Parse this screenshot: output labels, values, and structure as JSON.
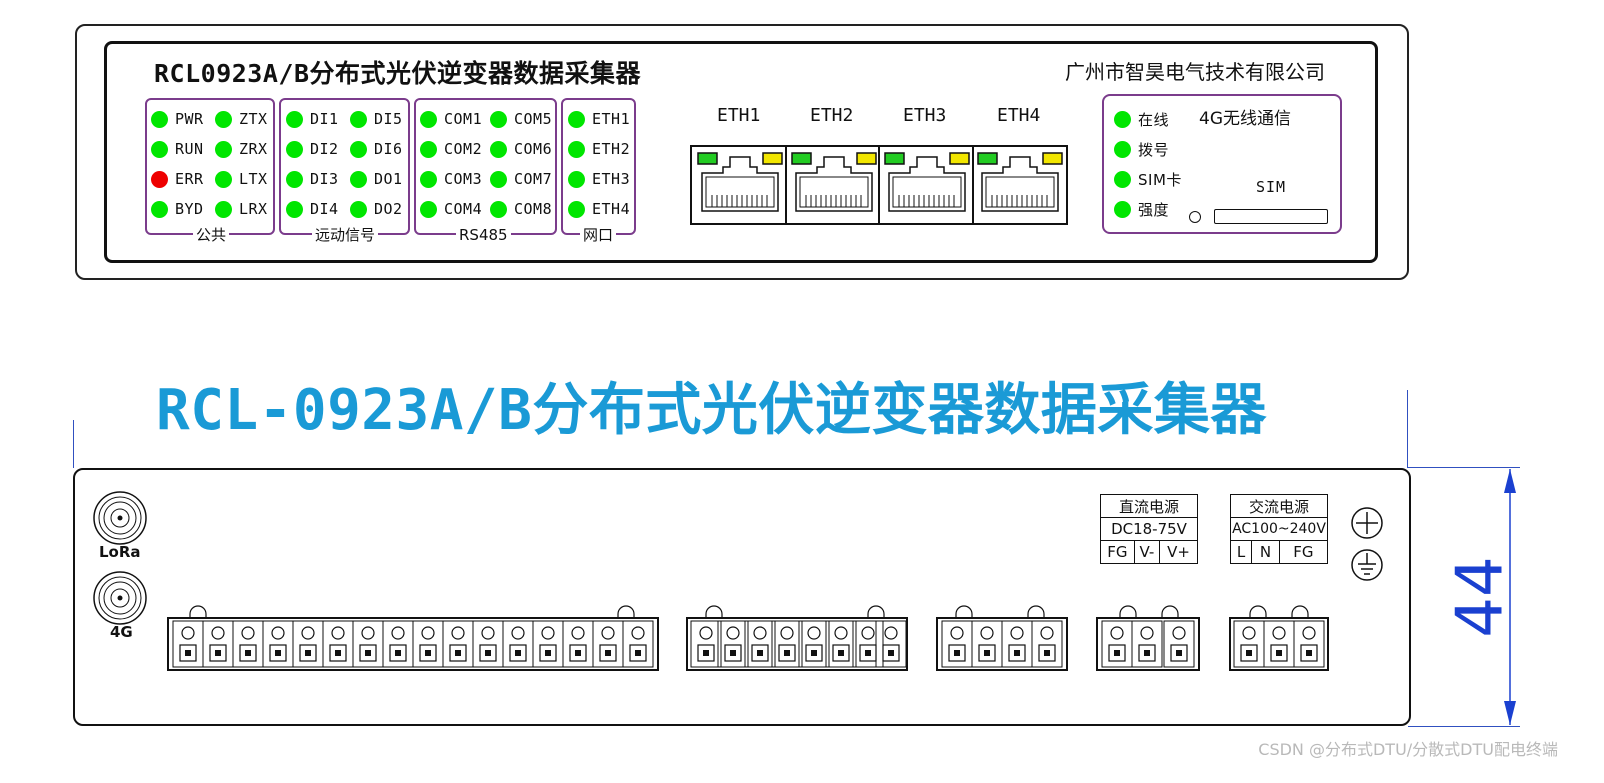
{
  "front_panel": {
    "title": "RCL0923A/B分布式光伏逆变器数据采集器",
    "company": "广州市智昊电气技术有限公司",
    "groups": [
      {
        "label": "公共",
        "leds": [
          {
            "text": "PWR",
            "color": "green"
          },
          {
            "text": "ZTX",
            "color": "green"
          },
          {
            "text": "RUN",
            "color": "green"
          },
          {
            "text": "ZRX",
            "color": "green"
          },
          {
            "text": "ERR",
            "color": "red"
          },
          {
            "text": "LTX",
            "color": "green"
          },
          {
            "text": "BYD",
            "color": "green"
          },
          {
            "text": "LRX",
            "color": "green"
          }
        ]
      },
      {
        "label": "远动信号",
        "leds": [
          {
            "text": "DI1",
            "color": "green"
          },
          {
            "text": "DI5",
            "color": "green"
          },
          {
            "text": "DI2",
            "color": "green"
          },
          {
            "text": "DI6",
            "color": "green"
          },
          {
            "text": "DI3",
            "color": "green"
          },
          {
            "text": "DO1",
            "color": "green"
          },
          {
            "text": "DI4",
            "color": "green"
          },
          {
            "text": "DO2",
            "color": "green"
          }
        ]
      },
      {
        "label": "RS485",
        "leds": [
          {
            "text": "COM1",
            "color": "green"
          },
          {
            "text": "COM5",
            "color": "green"
          },
          {
            "text": "COM2",
            "color": "green"
          },
          {
            "text": "COM6",
            "color": "green"
          },
          {
            "text": "COM3",
            "color": "green"
          },
          {
            "text": "COM7",
            "color": "green"
          },
          {
            "text": "COM4",
            "color": "green"
          },
          {
            "text": "COM8",
            "color": "green"
          }
        ]
      },
      {
        "label": "网口",
        "leds": [
          {
            "text": "ETH1",
            "color": "green"
          },
          {
            "text": "ETH2",
            "color": "green"
          },
          {
            "text": "ETH3",
            "color": "green"
          },
          {
            "text": "ETH4",
            "color": "green"
          }
        ]
      }
    ],
    "eth_ports": [
      "ETH1",
      "ETH2",
      "ETH3",
      "ETH4"
    ],
    "g4_module": {
      "title": "4G无线通信",
      "leds": [
        "在线",
        "拨号",
        "SIM卡",
        "强度"
      ],
      "sim_label": "SIM"
    }
  },
  "big_title": "RCL-0923A/B分布式光伏逆变器数据采集器",
  "rear_panel": {
    "antennas": [
      "LoRa",
      "4G"
    ],
    "dc_power": {
      "title": "直流电源",
      "spec": "DC18-75V",
      "pins": [
        "FG",
        "V-",
        "V+"
      ]
    },
    "ac_power": {
      "title": "交流电源",
      "spec": "AC100~240V",
      "pins": [
        "L",
        "N",
        "FG"
      ]
    },
    "terminal_blocks": [
      16,
      8,
      4,
      3,
      3
    ],
    "height_dimension": "44"
  },
  "watermark": "CSDN @分布式DTU/分散式DTU配电终端",
  "colors": {
    "led_green": "#00e600",
    "led_red": "#ee0000",
    "group_border": "#7b3c8c",
    "title_blue": "#1a9ad6",
    "dimension_blue": "#1a40d0",
    "rj45_green": "#22cc22",
    "rj45_yellow": "#f2e600"
  }
}
